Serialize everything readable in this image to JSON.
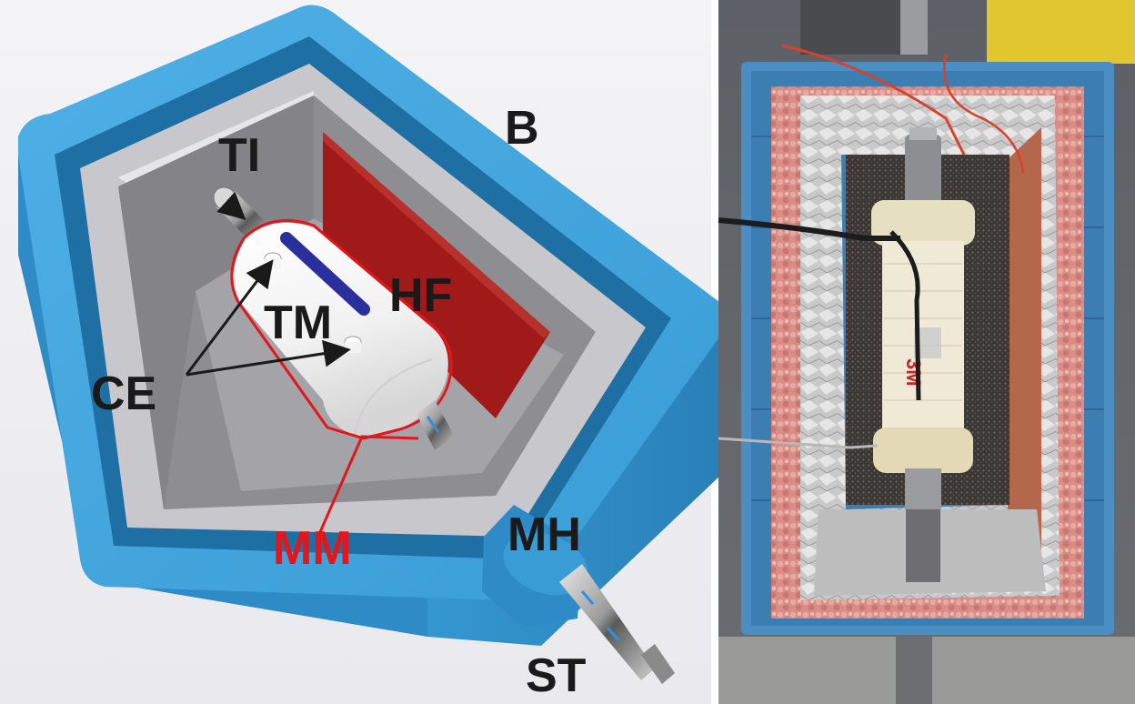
{
  "labels": {
    "b": "B",
    "ti": "TI",
    "hf": "HF",
    "tm": "TM",
    "ce": "CE",
    "mm": "MM",
    "mh": "MH",
    "st": "ST"
  },
  "photo_text": {
    "logo": "3M"
  },
  "colors": {
    "box_blue": "#3d9fd6",
    "heater_red": "#a11a1a",
    "mm_label_red": "#e3161b",
    "label_black": "#1a1a1a",
    "tube_blue": "#2a2f9c",
    "arrow_blue": "#2f8fe0"
  }
}
